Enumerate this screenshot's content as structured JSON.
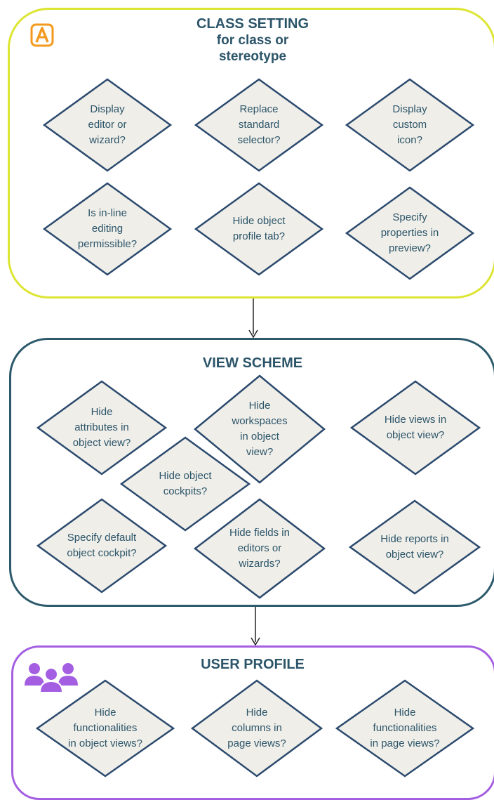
{
  "class_setting": {
    "title_line1": "CLASS SETTING",
    "title_line2": "for class or",
    "title_line3": "stereotype",
    "logo_icon": "orange-letter-a-icon",
    "border_color": "#dde533",
    "questions": {
      "q1": "Display\neditor or\nwizard?",
      "q2": "Replace\nstandard\nselector?",
      "q3": "Display\ncustom\nicon?",
      "q4": "Is in-line\nediting\npermissible?",
      "q5": "Hide object\nprofile tab?",
      "q6": "Specify\nproperties in\npreview?"
    }
  },
  "view_scheme": {
    "title": "VIEW SCHEME",
    "border_color": "#2d5a6b",
    "questions": {
      "q1": "Hide\nattributes in\nobject view?",
      "q2": "Hide\nworkspaces\nin object\nview?",
      "q3": "Hide views in\nobject view?",
      "q4": "Hide object\ncockpits?",
      "q5": "Specify default\nobject cockpit?",
      "q6": "Hide fields in\neditors or\nwizards?",
      "q7": "Hide reports in\nobject view?"
    }
  },
  "user_profile": {
    "title": "USER PROFILE",
    "icon": "users-group-icon",
    "border_color": "#a45ee2",
    "questions": {
      "q1": "Hide\nfunctionalities\nin object views?",
      "q2": "Hide\ncolumns in\npage views?",
      "q3": "Hide\nfunctionalities\nin page views?"
    }
  },
  "colors": {
    "diamond_fill": "#efeee9",
    "diamond_stroke": "#2c4a6e",
    "text": "#2c5569",
    "logo": "#f39a1e",
    "users_icon": "#a45ee2"
  }
}
